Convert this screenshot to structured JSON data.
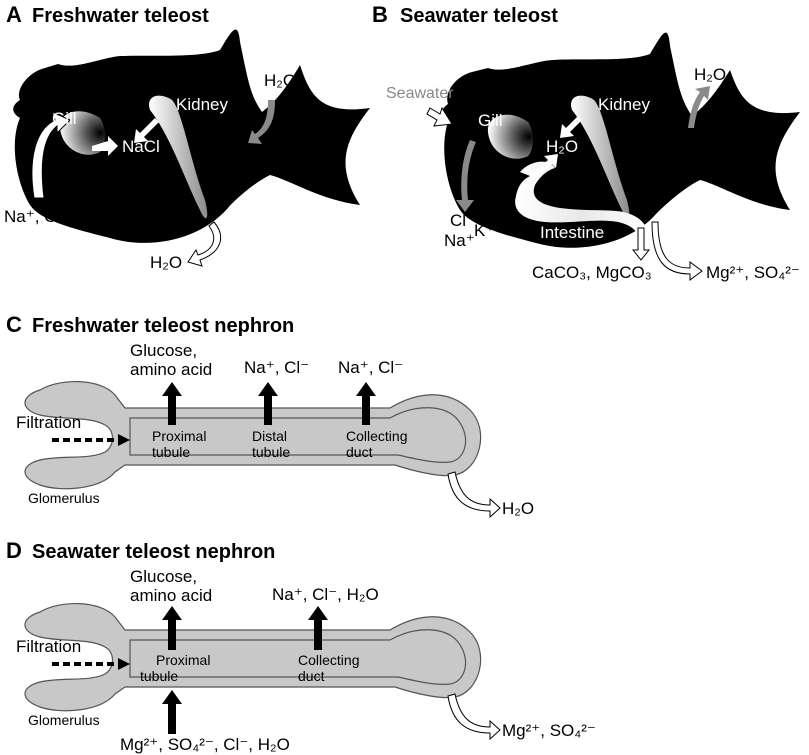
{
  "panelA": {
    "letter": "A",
    "title": "Freshwater teleost",
    "gill": "Gill",
    "kidney": "Kidney",
    "nacl": "NaCl",
    "h2o_in": "H₂O",
    "ions_in": "Na⁺, Cl⁻",
    "h2o_out": "H₂O"
  },
  "panelB": {
    "letter": "B",
    "title": "Seawater teleost",
    "seawater": "Seawater",
    "gill": "Gill",
    "kidney": "Kidney",
    "h2o_absorbed": "H₂O",
    "h2o_out": "H₂O",
    "cl": "Cl⁻",
    "na": "Na⁺",
    "k": "K⁺",
    "intestine": "Intestine",
    "carbonates": "CaCO₃, MgCO₃",
    "divalent": "Mg²⁺, SO₄²⁻"
  },
  "panelC": {
    "letter": "C",
    "title": "Freshwater teleost nephron",
    "glucose_line1": "Glucose,",
    "glucose_line2": "amino acid",
    "ions_distal": "Na⁺, Cl⁻",
    "ions_collecting": "Na⁺, Cl⁻",
    "filtration": "Filtration",
    "proximal_line1": "Proximal",
    "proximal_line2": "tubule",
    "distal_line1": "Distal",
    "distal_line2": "tubule",
    "collecting_line1": "Collecting",
    "collecting_line2": "duct",
    "glomerulus": "Glomerulus",
    "h2o_out": "H₂O"
  },
  "panelD": {
    "letter": "D",
    "title": "Seawater teleost nephron",
    "glucose_line1": "Glucose,",
    "glucose_line2": "amino acid",
    "reabsorbed": "Na⁺, Cl⁻, H₂O",
    "filtration": "Filtration",
    "proximal_line1": "Proximal",
    "proximal_line2": "tubule",
    "collecting_line1": "Collecting",
    "collecting_line2": "duct",
    "glomerulus": "Glomerulus",
    "secreted": "Mg²⁺, SO₄²⁻, Cl⁻, H₂O",
    "excreted": "Mg²⁺, SO₄²⁻"
  },
  "colors": {
    "fish_body": "#000000",
    "gray_arrow": "#8a8a8a",
    "tubule_fill": "#c8c8c8",
    "tubule_stroke": "#555555",
    "white": "#ffffff"
  }
}
